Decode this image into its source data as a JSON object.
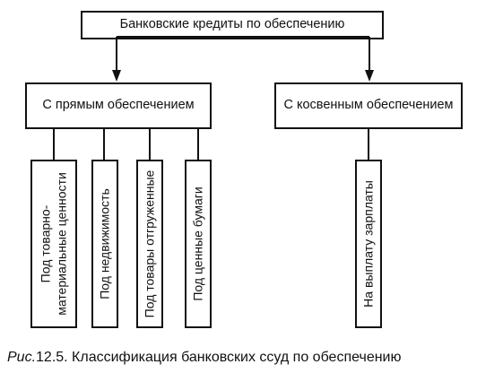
{
  "diagram": {
    "root": "Банковские кредиты по обеспечению",
    "direct": {
      "label": "С прямым обеспечением",
      "children": [
        "Под товарно-\nматериальные ценности",
        "Под недвижимость",
        "Под товары отгруженные",
        "Под ценные бумаги"
      ]
    },
    "indirect": {
      "label": "С косвенным обеспечением",
      "children": [
        "На выплату зарплаты"
      ]
    }
  },
  "caption": {
    "prefix": "Рис.",
    "text": "12.5. Классификация банковских ссуд по обеспечению"
  }
}
